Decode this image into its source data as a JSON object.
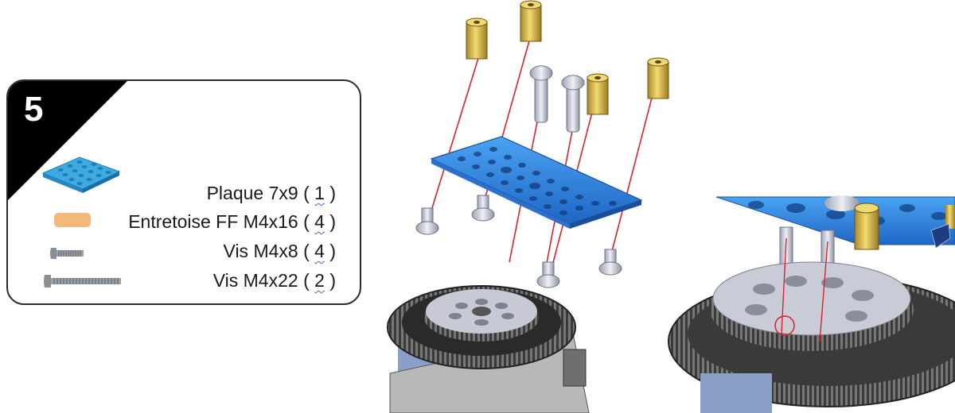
{
  "step": {
    "number": "5"
  },
  "parts": [
    {
      "name": "Plaque 7x9",
      "qty": "1",
      "icon": "blue-perforated-plate-icon",
      "color": "#3fa9e0"
    },
    {
      "name": "Entretoise FF M4x16",
      "qty": "4",
      "icon": "spacer-icon",
      "color": "#f4b97a"
    },
    {
      "name": "Vis M4x8",
      "qty": "4",
      "icon": "short-screw-icon",
      "color": "#8a8f96"
    },
    {
      "name": "Vis M4x22",
      "qty": "2",
      "icon": "long-screw-icon",
      "color": "#8a8f96"
    }
  ],
  "colors": {
    "plate": "#2f7fd6",
    "spacer": "#d8b73a",
    "screw": "#c9ccd6",
    "guide_line": "#e0202a",
    "gear": "#2a2a2a"
  }
}
